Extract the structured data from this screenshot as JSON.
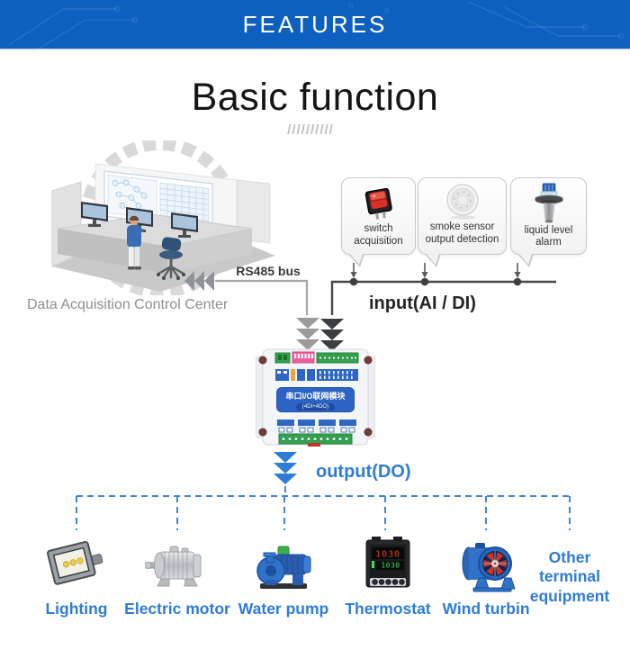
{
  "banner": {
    "label": "FEATURES"
  },
  "heading": {
    "title": "Basic function",
    "slashes": "//////////"
  },
  "control_center": {
    "caption": "Data Acquisition Control Center"
  },
  "labels": {
    "rs485": "RS485 bus",
    "input": "input(AI / DI)",
    "output": "output(DO)"
  },
  "sensors": [
    {
      "name": "switch acquisition",
      "icon": "rocker-switch-icon"
    },
    {
      "name": "smoke sensor output detection",
      "icon": "smoke-detector-icon"
    },
    {
      "name": "liquid level alarm",
      "icon": "liquid-level-sensor-icon"
    }
  ],
  "device": {
    "title_cn": "串口I/O联网模块",
    "model": "(4DI+4DO)"
  },
  "terminals": [
    {
      "name": "Lighting",
      "icon": "floodlight-icon"
    },
    {
      "name": "Electric motor",
      "icon": "electric-motor-icon"
    },
    {
      "name": "Water pump",
      "icon": "water-pump-icon"
    },
    {
      "name": "Thermostat",
      "icon": "thermostat-icon",
      "display_top": "1030",
      "display_bottom": "1030"
    },
    {
      "name": "Wind turbin",
      "icon": "wind-turbine-fan-icon"
    },
    {
      "name": "Other terminal equipment",
      "icon": "none"
    }
  ],
  "colors": {
    "banner_blue": "#0d5fc0",
    "accent_blue": "#2e7cd6",
    "dashed_blue": "#3e86d8",
    "line_gray": "#a8a8a8",
    "line_dark": "#47484a"
  }
}
